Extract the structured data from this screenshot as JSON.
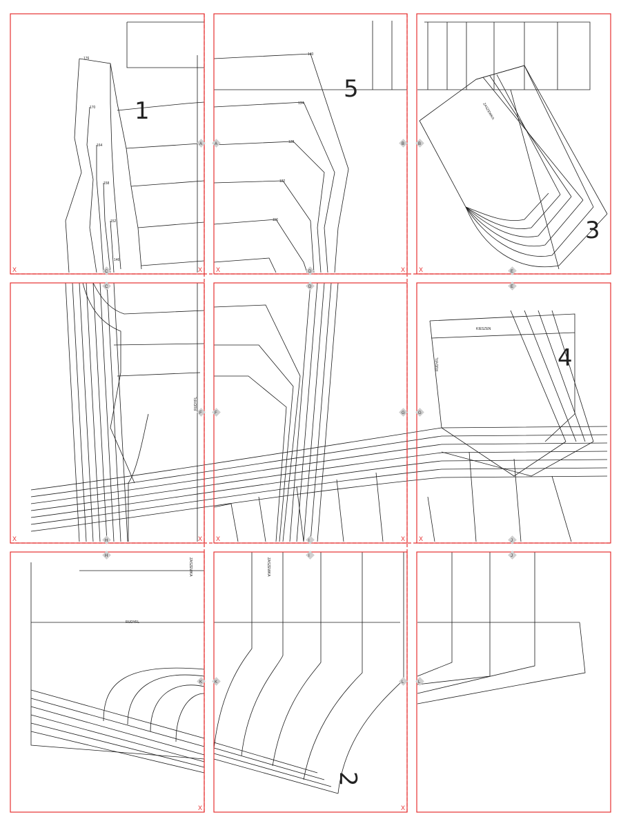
{
  "piece_numbers": [
    "1",
    "2",
    "3",
    "4",
    "5"
  ],
  "registration_marks": [
    "A",
    "B",
    "C",
    "D",
    "E",
    "F",
    "G",
    "H",
    "I",
    "J",
    "K",
    "L"
  ],
  "tile_corner_mark": "X",
  "labels": {
    "rudyfl": "RUDYFL",
    "zaszewka": "ZASZEWKA",
    "kieszen": "KIESZEN",
    "sizes_top": [
      "176",
      "170",
      "164",
      "158",
      "152",
      "146",
      "140",
      "134",
      "128",
      "122",
      "116"
    ]
  },
  "colors": {
    "tile_border": "#e53030",
    "pattern_line": "#1a1a1a",
    "marker_fill": "#cfcfcf"
  }
}
